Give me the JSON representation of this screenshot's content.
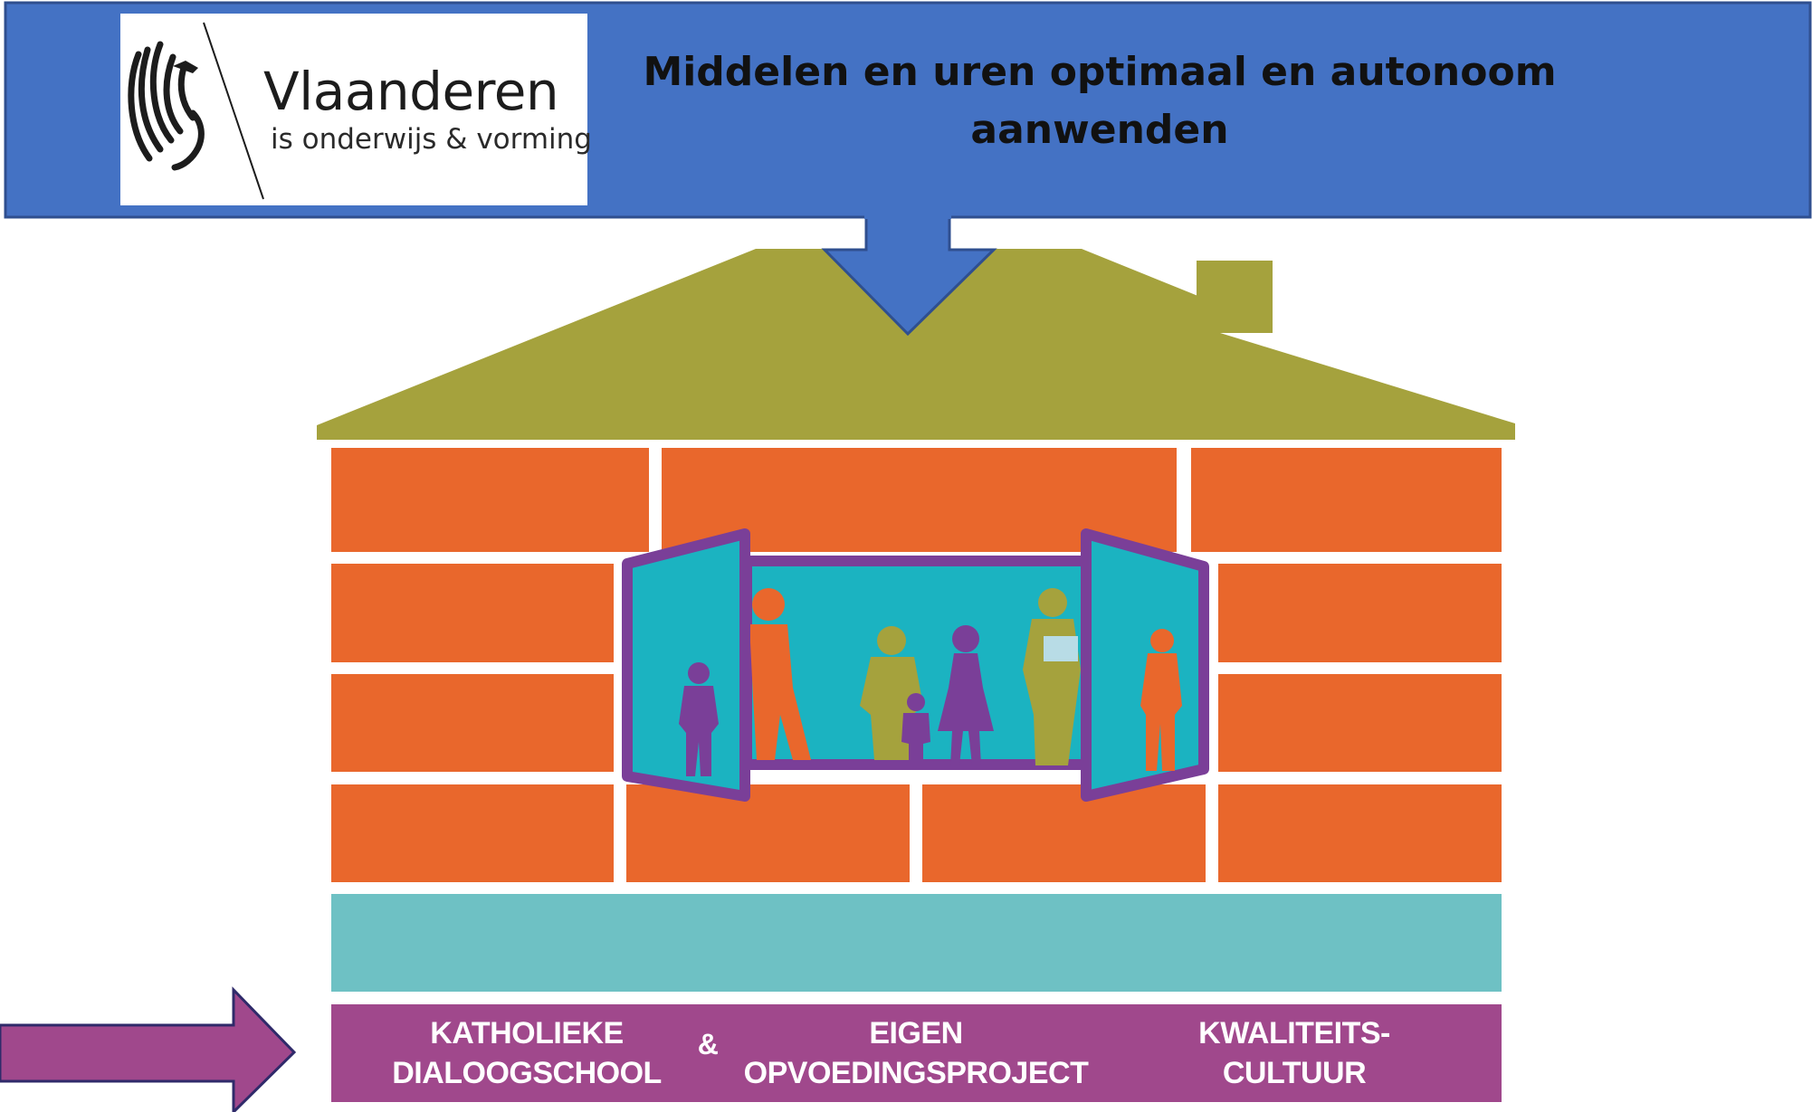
{
  "banner": {
    "title_line1": "Middelen en uren optimaal en autonoom",
    "title_line2": "aanwenden",
    "color": "#4472c4"
  },
  "logo": {
    "name": "Vlaanderen",
    "tagline": "is onderwijs & vorming",
    "icon": "flemish-lion-icon"
  },
  "house": {
    "roof_color": "#a5a23d",
    "brick_color": "#e9672c",
    "foundation_color": "#6ec1c4",
    "base_color": "#a0488c",
    "window_color": "#1bb3c1",
    "frame_color": "#7a3f98"
  },
  "base_labels": {
    "first": [
      "KATHOLIEKE",
      "DIALOOGSCHOOL"
    ],
    "ampersand": "&",
    "second": [
      "EIGEN",
      "OPVOEDINGSPROJECT"
    ],
    "third": [
      "KWALITEITS-",
      "CULTUUR"
    ]
  }
}
